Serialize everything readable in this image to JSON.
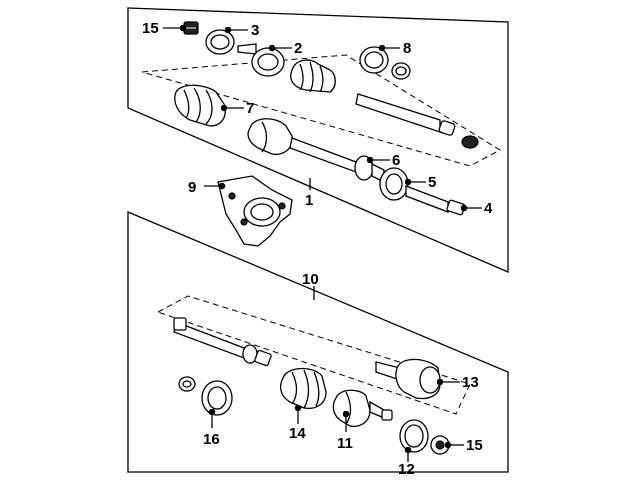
{
  "callouts": {
    "c1": "1",
    "c2": "2",
    "c3": "3",
    "c4": "4",
    "c5": "5",
    "c6": "6",
    "c7": "7",
    "c8": "8",
    "c9": "9",
    "c10": "10",
    "c11": "11",
    "c12": "12",
    "c13": "13",
    "c14": "14",
    "c15_top": "15",
    "c15_bottom": "15",
    "c16": "16"
  }
}
